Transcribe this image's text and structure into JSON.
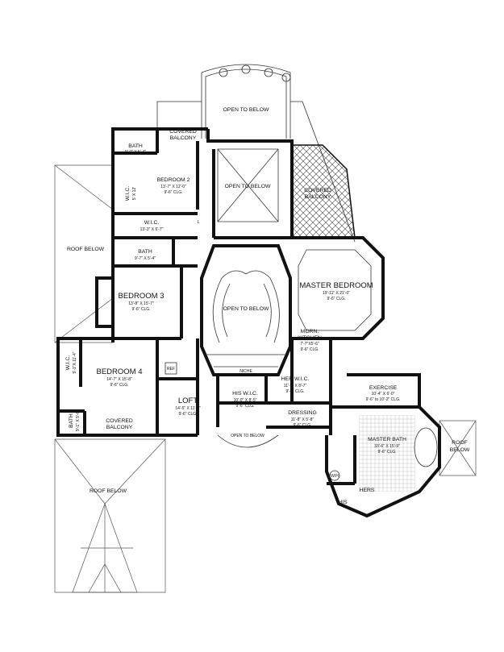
{
  "rooms": {
    "open_below_top": {
      "name": "OPEN TO BELOW"
    },
    "bath1": {
      "name": "BATH",
      "dim": "9'-0\" X 5'-4\""
    },
    "covered_balcony_top": {
      "name1": "COVERED",
      "name2": "BALCONY"
    },
    "bedroom2": {
      "name": "BEDROOM 2",
      "dim": "13'-7\" X 12'-0\"",
      "clg": "9'-6\" CLG."
    },
    "wic1": {
      "name": "W.I.C.",
      "dim": "5' X 12'"
    },
    "open_below_mid": {
      "name": "OPEN TO BELOW"
    },
    "covered_balcony_right": {
      "name1": "COVERED",
      "name2": "BALCONY"
    },
    "wic2": {
      "name": "W.I.C.",
      "dim": "13'-3\" X 6'-7\""
    },
    "roof_below_left": {
      "name": "ROOF BELOW"
    },
    "bath2": {
      "name": "BATH",
      "dim": "9'-7\" X 5'-4\""
    },
    "master_bedroom": {
      "name": "MASTER BEDROOM",
      "dim": "19'-11\" X 21'-0\"",
      "clg": "9'-6\" CLG."
    },
    "bedroom3": {
      "name": "BEDROOM 3",
      "dim": "13'-8\" X 15'-7\"",
      "clg": "9'-6\" CLG."
    },
    "open_below_stair": {
      "name": "OPEN TO BELOW"
    },
    "morn_kitchen": {
      "name1": "MORN.",
      "name2": "KITCHEN",
      "dim": "7'-7\"X5'-6\"",
      "clg": "9'-6\" CLG."
    },
    "wic3": {
      "name": "W.I.C.",
      "dim": "5'-1\"X 11'-4\""
    },
    "bedroom4": {
      "name": "BEDROOM 4",
      "dim": "14'-7\" X 15'-8\"",
      "clg": "9'-6\" CLG."
    },
    "her_wic": {
      "name": "HER W.I.C.",
      "dim": "11'-9\" X 8'-7\"",
      "clg": "9'-6\" CLG."
    },
    "exercise": {
      "name": "EXERCISE",
      "dim": "10'-4\" X 6'-0\"",
      "clg": "9'-6\" to 10'-2\" CLG."
    },
    "niche": {
      "name": "NICHE"
    },
    "loft": {
      "name": "LOFT",
      "dim": "14'-5\" X 11'-6\"",
      "clg": "9'-6\" CLG."
    },
    "his_wic": {
      "name": "HIS W.I.C.",
      "dim": "10'-0\" X 8'-5\"",
      "clg": "9'-6\" CLG."
    },
    "bath3": {
      "name": "BATH",
      "dim": "9'-1\" X 5'-6\""
    },
    "dressing": {
      "name": "DRESSING",
      "dim": "11'-8\" X 5'-8\"",
      "clg": "9'-6\" CLG."
    },
    "covered_balcony_bottom": {
      "name1": "COVERED",
      "name2": "BALCONY"
    },
    "open_below_bottom": {
      "name": "OPEN TO BELOW"
    },
    "master_bath": {
      "name": "MASTER BATH",
      "dim": "33'-6\" X 15'-9\"",
      "clg": "9'-6\" CLG."
    },
    "roof_below_right": {
      "name1": "ROOF",
      "name2": "BELOW"
    },
    "hers": {
      "name": "HERS"
    },
    "his": {
      "name": "HIS"
    },
    "roof_below_bottom": {
      "name": "ROOF BELOW"
    }
  },
  "fixtures": {
    "laundry": "L",
    "fridge": "REF",
    "wash": "W/H"
  }
}
